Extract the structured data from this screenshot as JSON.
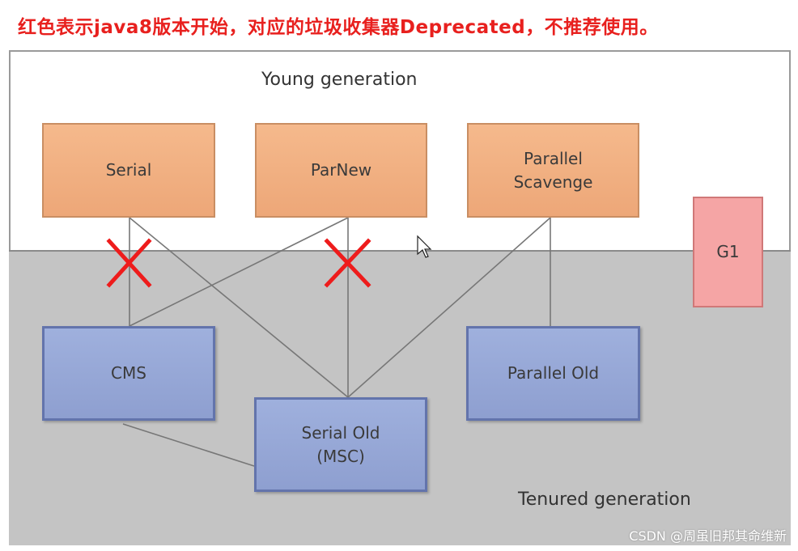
{
  "caption": "红色表示java8版本开始，对应的垃圾收集器Deprecated，不推荐使用。",
  "young_label": "Young generation",
  "tenured_label": "Tenured generation",
  "collectors": {
    "serial": "Serial",
    "parnew": "ParNew",
    "parallel_scavenge": "Parallel\nScavenge",
    "g1": "G1",
    "cms": "CMS",
    "serial_old": "Serial Old\n(MSC)",
    "parallel_old": "Parallel Old"
  },
  "deprecated_marks": [
    "Serial-CMS",
    "ParNew-Serial Old"
  ],
  "colors": {
    "deprecated_mark": "#ee1c1c",
    "young_box": "#f0ad80",
    "tenured_box": "#97a8d8",
    "g1_box": "#f5a5a5"
  },
  "watermark": "CSDN @周虽旧邦其命维新"
}
